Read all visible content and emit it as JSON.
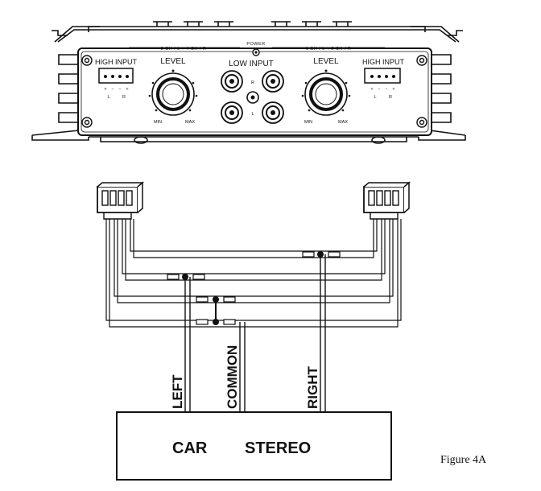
{
  "amplifier": {
    "power_label": "POWER",
    "left_bank_label": "3 CH / L + 4 CH / R",
    "right_bank_label": "1 CH / L + 2 CH / R",
    "high_input_left": "HIGH INPUT",
    "high_input_right": "HIGH INPUT",
    "level_left": "LEVEL",
    "level_right": "LEVEL",
    "low_input": "LOW INPUT",
    "min_label": "MIN",
    "max_label": "MAX",
    "channel_r": "R",
    "channel_l": "L",
    "pin_l": "L",
    "pin_r": "R",
    "pin_signs": [
      "+",
      "−",
      "−",
      "+"
    ]
  },
  "wires": {
    "left": "LEFT",
    "common": "COMMON",
    "right": "RIGHT"
  },
  "stereo": {
    "word1": "CAR",
    "word2": "STEREO"
  },
  "caption": "Figure 4A"
}
